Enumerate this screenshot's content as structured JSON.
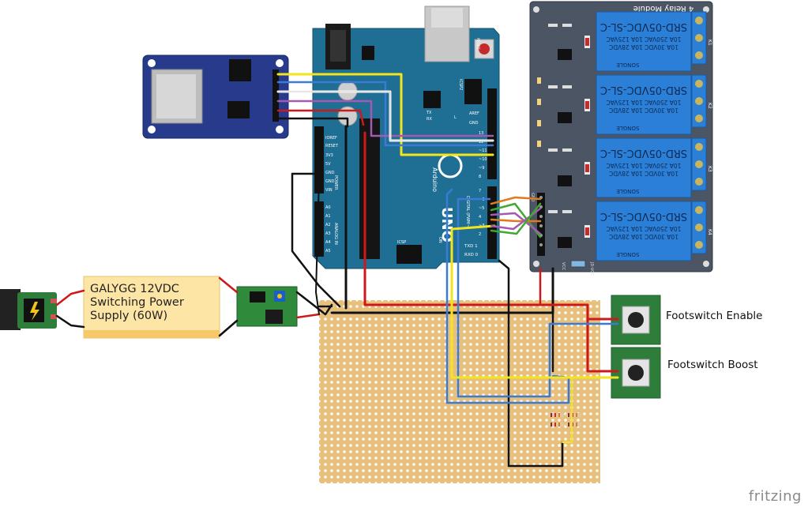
{
  "power_supply": {
    "line1": "GALYGG 12VDC",
    "line2": "Switching Power",
    "line3": "Supply (60W)"
  },
  "relay_module": {
    "title": "4 Relay Module",
    "relay_part": "SRD-05VDC-SL-C",
    "rating_1": "10A 250VAC 10A 125VAC",
    "rating_2": "10A 30VDC 10A 28VDC",
    "brand": "SONGLE",
    "channels": [
      "K1",
      "K2",
      "K3",
      "K4"
    ],
    "jumper_labels": [
      "JD-VCC",
      "VCC",
      "GND"
    ]
  },
  "footswitches": [
    {
      "label": "Footswitch Enable"
    },
    {
      "label": "Footswitch Boost"
    }
  ],
  "arduino": {
    "brand": "Arduino",
    "model": "UNO",
    "labels": {
      "reset": "RESET",
      "icsp2": "ICSP2",
      "icsp": "ICSP",
      "aref": "AREF",
      "gnd": "GND",
      "tx": "TX",
      "rx": "RX",
      "l": "L",
      "on": "ON",
      "digital": "DIGITAL (PWM~)",
      "power": "POWER",
      "analog": "ANALOG IN",
      "txd": "TXD 1",
      "rxd": "RXD 0",
      "power_pins": [
        "IOREF",
        "RESET",
        "3V3",
        "5V",
        "GND",
        "GND",
        "VIN"
      ],
      "analog_pins": [
        "A0",
        "A1",
        "A2",
        "A3",
        "A4",
        "A5"
      ],
      "digital_pins_top": [
        "13",
        "12",
        "~11",
        "~10",
        "~9",
        "8"
      ],
      "digital_pins_bottom": [
        "7",
        "~6",
        "~5",
        "4",
        "~3",
        "2"
      ]
    }
  },
  "watermark": "fritzing",
  "colors": {
    "wire_yellow": "#f2e51d",
    "wire_blue": "#3b7bd6",
    "wire_red": "#cc1a1a",
    "wire_black": "#111111",
    "wire_white": "#f4f4f4",
    "wire_purple": "#a35ab0",
    "wire_green": "#3daa2e",
    "wire_orange": "#e07a1c",
    "arduino_board": "#1f6e93",
    "relay_board": "#4b5563",
    "perfboard": "#e6c07c",
    "sd_module": "#273a8c",
    "footswitch_board": "#2f7d3b"
  }
}
